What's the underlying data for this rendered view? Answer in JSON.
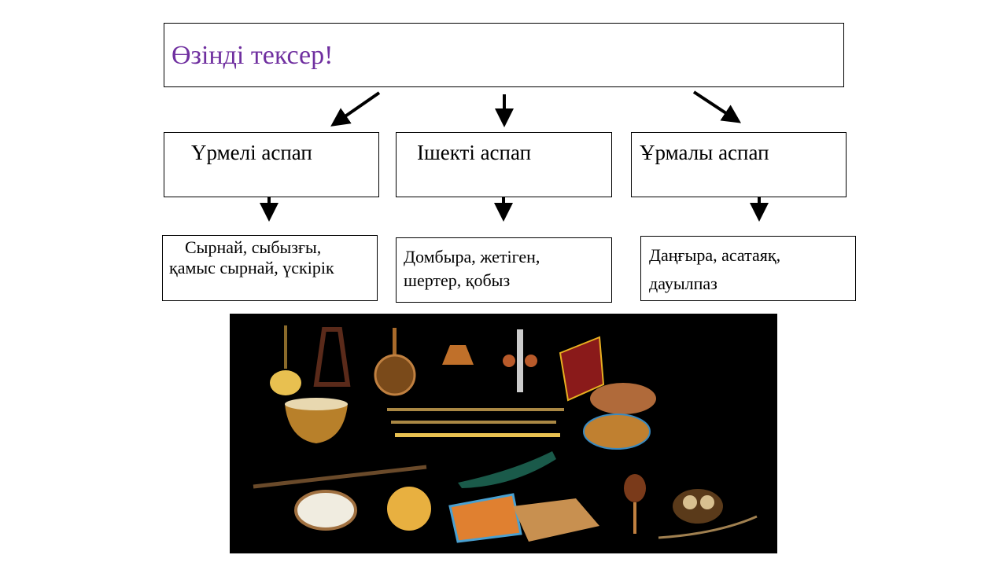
{
  "title": "Өзінді тексер!",
  "categories": [
    {
      "name": "Үрмелі аспап",
      "examples_line1": "Сырнай, сыбызғы,",
      "examples_line2": "қамыс сырнай, үскірік"
    },
    {
      "name": "Ішекті аспап",
      "examples_line1": "Домбыра, жетіген,",
      "examples_line2": "шертер, қобыз"
    },
    {
      "name": "Ұрмалы аспап",
      "examples_line1": "Даңғыра, асатаяқ,",
      "examples_line2": "дауылпаз"
    }
  ]
}
